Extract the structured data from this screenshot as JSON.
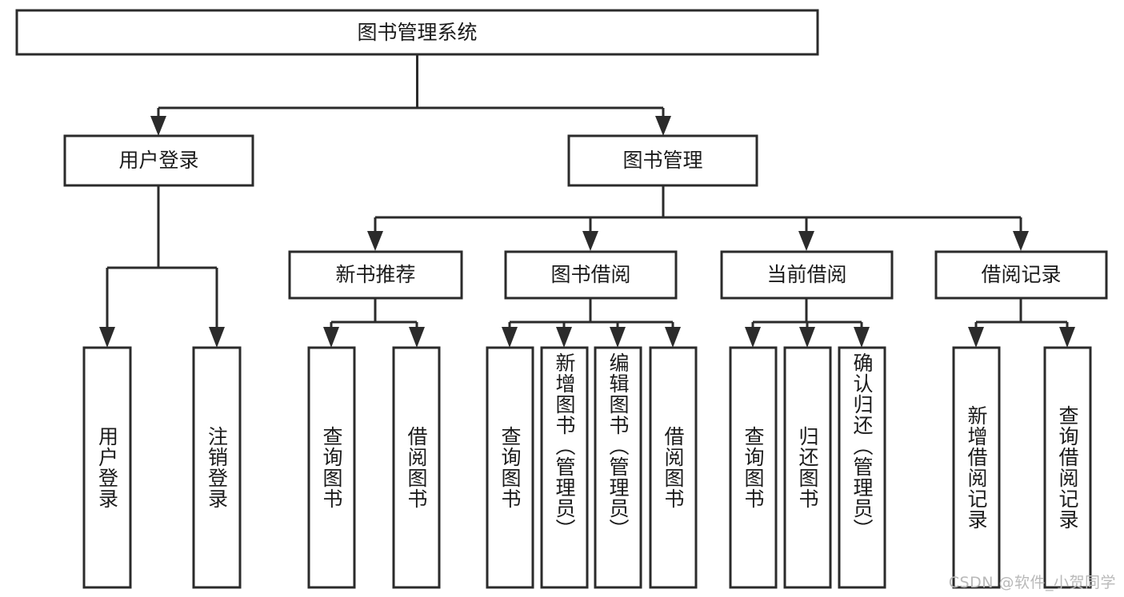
{
  "diagram": {
    "type": "tree-hierarchy-flowchart",
    "title": "图书管理系统",
    "watermark": "CSDN @软件_小贺同学",
    "colors": {
      "stroke": "#2b2b2b",
      "fill": "#ffffff",
      "text": "#1b1b1b",
      "watermark": "#b9b9b9",
      "background": "#ffffff"
    },
    "levels": {
      "root": {
        "id": "root",
        "label": "图书管理系统",
        "orientation": "horizontal"
      },
      "level2": [
        {
          "id": "user-login",
          "label": "用户登录",
          "orientation": "horizontal"
        },
        {
          "id": "book-management",
          "label": "图书管理",
          "orientation": "horizontal"
        }
      ],
      "level3": [
        {
          "id": "new-book-recommend",
          "label": "新书推荐",
          "orientation": "horizontal",
          "parent": "book-management"
        },
        {
          "id": "book-borrow",
          "label": "图书借阅",
          "orientation": "horizontal",
          "parent": "book-management"
        },
        {
          "id": "current-borrow",
          "label": "当前借阅",
          "orientation": "horizontal",
          "parent": "book-management"
        },
        {
          "id": "borrow-record",
          "label": "借阅记录",
          "orientation": "horizontal",
          "parent": "book-management"
        }
      ],
      "leaves": [
        {
          "id": "leaf-user-login",
          "label": "用户登录",
          "orientation": "vertical",
          "parent": "user-login"
        },
        {
          "id": "leaf-user-logout",
          "label": "注销登录",
          "orientation": "vertical",
          "parent": "user-login"
        },
        {
          "id": "leaf-query-book-1",
          "label": "查询图书",
          "orientation": "vertical",
          "parent": "new-book-recommend"
        },
        {
          "id": "leaf-borrow-book-1",
          "label": "借阅图书",
          "orientation": "vertical",
          "parent": "new-book-recommend"
        },
        {
          "id": "leaf-query-book-2",
          "label": "查询图书",
          "orientation": "vertical",
          "parent": "book-borrow"
        },
        {
          "id": "leaf-add-book",
          "label": "新增图书（管理员）",
          "orientation": "vertical",
          "parent": "book-borrow"
        },
        {
          "id": "leaf-edit-book",
          "label": "编辑图书（管理员）",
          "orientation": "vertical",
          "parent": "book-borrow"
        },
        {
          "id": "leaf-borrow-book-2",
          "label": "借阅图书",
          "orientation": "vertical",
          "parent": "book-borrow"
        },
        {
          "id": "leaf-query-book-3",
          "label": "查询图书",
          "orientation": "vertical",
          "parent": "current-borrow"
        },
        {
          "id": "leaf-return-book",
          "label": "归还图书",
          "orientation": "vertical",
          "parent": "current-borrow"
        },
        {
          "id": "leaf-confirm-return",
          "label": "确认归还（管理员）",
          "orientation": "vertical",
          "parent": "current-borrow"
        },
        {
          "id": "leaf-add-record",
          "label": "新增借阅记录",
          "orientation": "vertical",
          "parent": "borrow-record"
        },
        {
          "id": "leaf-query-record",
          "label": "查询借阅记录",
          "orientation": "vertical",
          "parent": "borrow-record"
        }
      ]
    }
  }
}
